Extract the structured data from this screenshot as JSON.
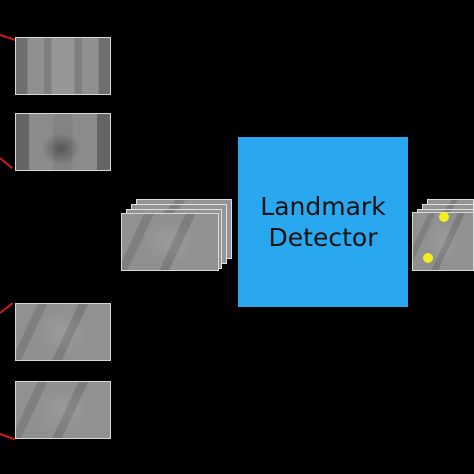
{
  "detector": {
    "line1": "Landmark",
    "line2": "Detector",
    "color": "#2aa8ef"
  },
  "colors": {
    "background": "#000000",
    "connector": "#d21a1a",
    "landmark_dot": "#f4ef1c"
  },
  "icons": [
    "xray-image",
    "landmark-dot"
  ]
}
